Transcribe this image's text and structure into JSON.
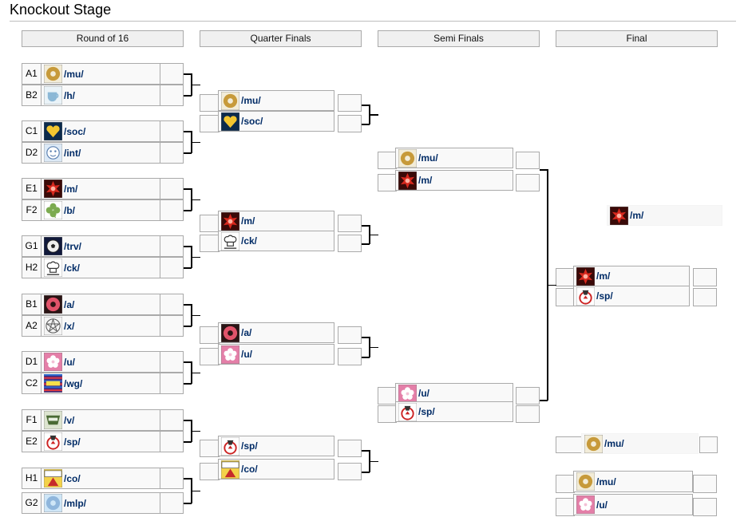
{
  "title": "Knockout Stage",
  "rounds": [
    "Round of 16",
    "Quarter Finals",
    "Semi Finals",
    "Final"
  ],
  "icons": {
    "/mu/": {
      "shape": "disc",
      "bg": "#f2ecd8",
      "fg": "#c79a3a",
      "name": "music-disc-icon"
    },
    "/h/": {
      "shape": "cup",
      "bg": "#eaf3f8",
      "fg": "#8bb8d6",
      "name": "tea-cup-icon"
    },
    "/soc/": {
      "shape": "heart",
      "bg": "#0c2b4c",
      "fg": "#f2c630",
      "name": "yellow-heart-icon"
    },
    "/int/": {
      "shape": "face",
      "bg": "#dce9f6",
      "fg": "#5a7fb0",
      "name": "blue-face-icon"
    },
    "/m/": {
      "shape": "burst",
      "bg": "#3a0a08",
      "fg": "#d8291e",
      "name": "red-mecha-icon"
    },
    "/b/": {
      "shape": "clover",
      "bg": "#ffffff",
      "fg": "#7cab50",
      "name": "clover-icon"
    },
    "/trv/": {
      "shape": "ball",
      "bg": "#10183a",
      "fg": "#eeeeee",
      "name": "soccer-ball-icon"
    },
    "/ck/": {
      "shape": "chef",
      "bg": "#ffffff",
      "fg": "#333333",
      "name": "chef-hat-icon"
    },
    "/a/": {
      "shape": "disc",
      "bg": "#2a1414",
      "fg": "#e0536a",
      "name": "anime-girl-icon"
    },
    "/x/": {
      "shape": "pentagram",
      "bg": "#f4f4f4",
      "fg": "#555555",
      "name": "pentagram-icon"
    },
    "/u/": {
      "shape": "flower",
      "bg": "#e47fa8",
      "fg": "#ffffff",
      "name": "sakura-flower-icon"
    },
    "/wg/": {
      "shape": "stripes",
      "bg": "#4a2b7a",
      "fg": "#e03840",
      "name": "wallpaper-icon"
    },
    "/v/": {
      "shape": "badge",
      "bg": "#dde4d0",
      "fg": "#4a6a34",
      "name": "game-badge-icon"
    },
    "/sp/": {
      "shape": "crest",
      "bg": "#ffffff",
      "fg": "#cc2222",
      "name": "red-crest-icon"
    },
    "/co/": {
      "shape": "comics",
      "bg": "#f3d24a",
      "fg": "#c62a2a",
      "name": "comics-cartoons-icon"
    },
    "/mlp/": {
      "shape": "disc",
      "bg": "#cfe6f7",
      "fg": "#8fb6dc",
      "name": "pony-icon"
    }
  },
  "round_of_16": [
    {
      "seed": "A1",
      "team": "/mu/"
    },
    {
      "seed": "B2",
      "team": "/h/"
    },
    {
      "seed": "C1",
      "team": "/soc/"
    },
    {
      "seed": "D2",
      "team": "/int/"
    },
    {
      "seed": "E1",
      "team": "/m/"
    },
    {
      "seed": "F2",
      "team": "/b/"
    },
    {
      "seed": "G1",
      "team": "/trv/"
    },
    {
      "seed": "H2",
      "team": "/ck/"
    },
    {
      "seed": "B1",
      "team": "/a/"
    },
    {
      "seed": "A2",
      "team": "/x/"
    },
    {
      "seed": "D1",
      "team": "/u/"
    },
    {
      "seed": "C2",
      "team": "/wg/"
    },
    {
      "seed": "F1",
      "team": "/v/"
    },
    {
      "seed": "E2",
      "team": "/sp/"
    },
    {
      "seed": "H1",
      "team": "/co/"
    },
    {
      "seed": "G2",
      "team": "/mlp/"
    }
  ],
  "quarter_finals": [
    "/mu/",
    "/soc/",
    "/m/",
    "/ck/",
    "/a/",
    "/u/",
    "/sp/",
    "/co/"
  ],
  "semi_finals": [
    "/mu/",
    "/m/",
    "/u/",
    "/sp/"
  ],
  "final": [
    "/m/",
    "/sp/"
  ],
  "champion": "/m/",
  "third_place_winner": "/mu/",
  "third_place_match": [
    "/mu/",
    "/u/"
  ]
}
